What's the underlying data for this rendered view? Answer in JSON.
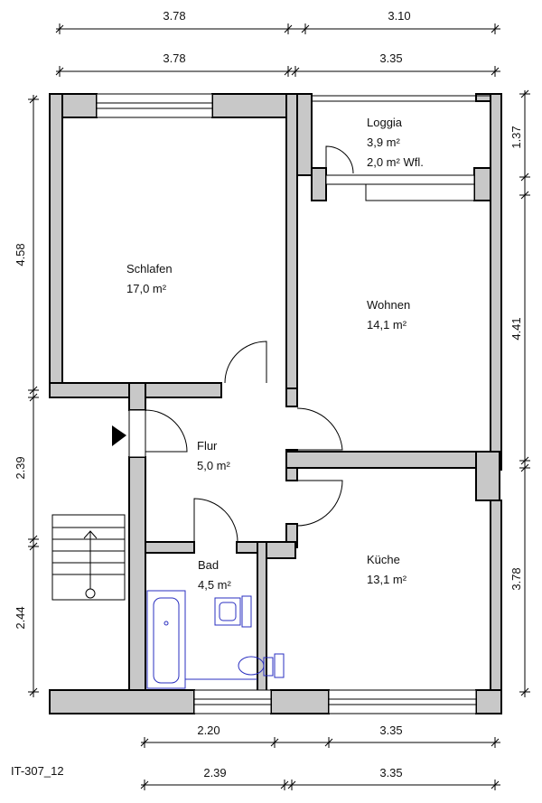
{
  "plan_code": "IT-307_12",
  "rooms": {
    "loggia": {
      "name": "Loggia",
      "area": "3,9 m²",
      "living_area": "2,0 m² Wfl."
    },
    "schlafen": {
      "name": "Schlafen",
      "area": "17,0 m²"
    },
    "wohnen": {
      "name": "Wohnen",
      "area": "14,1 m²"
    },
    "flur": {
      "name": "Flur",
      "area": "5,0 m²"
    },
    "bad": {
      "name": "Bad",
      "area": "4,5 m²"
    },
    "kueche": {
      "name": "Küche",
      "area": "13,1 m²"
    }
  },
  "dimensions": {
    "top_outer_left": "3.78",
    "top_outer_right": "3.10",
    "top_inner_left": "3.78",
    "top_inner_right": "3.35",
    "left_upper": "4.58",
    "left_middle": "2.39",
    "left_lower": "2.44",
    "right_top": "1.37",
    "right_middle": "4.41",
    "right_lower": "3.78",
    "bottom_inner_left": "2.20",
    "bottom_inner_right": "3.35",
    "bottom_outer_left": "2.39",
    "bottom_outer_right": "3.35"
  }
}
